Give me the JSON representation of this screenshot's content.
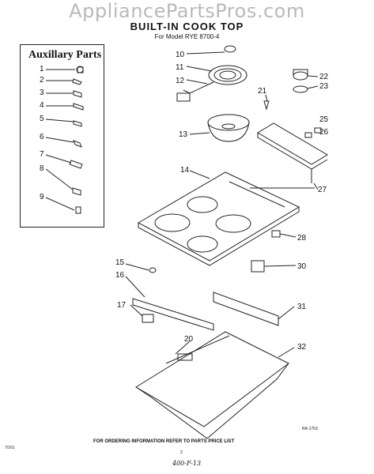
{
  "watermark": "AppliancePartsPros.com",
  "title": "BUILT-IN COOK TOP",
  "model": "For Model RYE 8700-4",
  "aux_title": "Auxillary Parts",
  "aux_labels": [
    "1",
    "2",
    "3",
    "4",
    "5",
    "6",
    "7",
    "8",
    "9"
  ],
  "callouts": [
    "10",
    "11",
    "12",
    "13",
    "14",
    "15",
    "16",
    "17",
    "20",
    "21",
    "22",
    "23",
    "25",
    "26",
    "27",
    "28",
    "30",
    "31",
    "32"
  ],
  "footer_instruction": "FOR ORDERING INFORMATION REFER TO PARTS PRICE LIST",
  "diagram_code": "RA-1763",
  "date_code": "7/161",
  "page_number": "2",
  "handwritten": "400-F-13"
}
